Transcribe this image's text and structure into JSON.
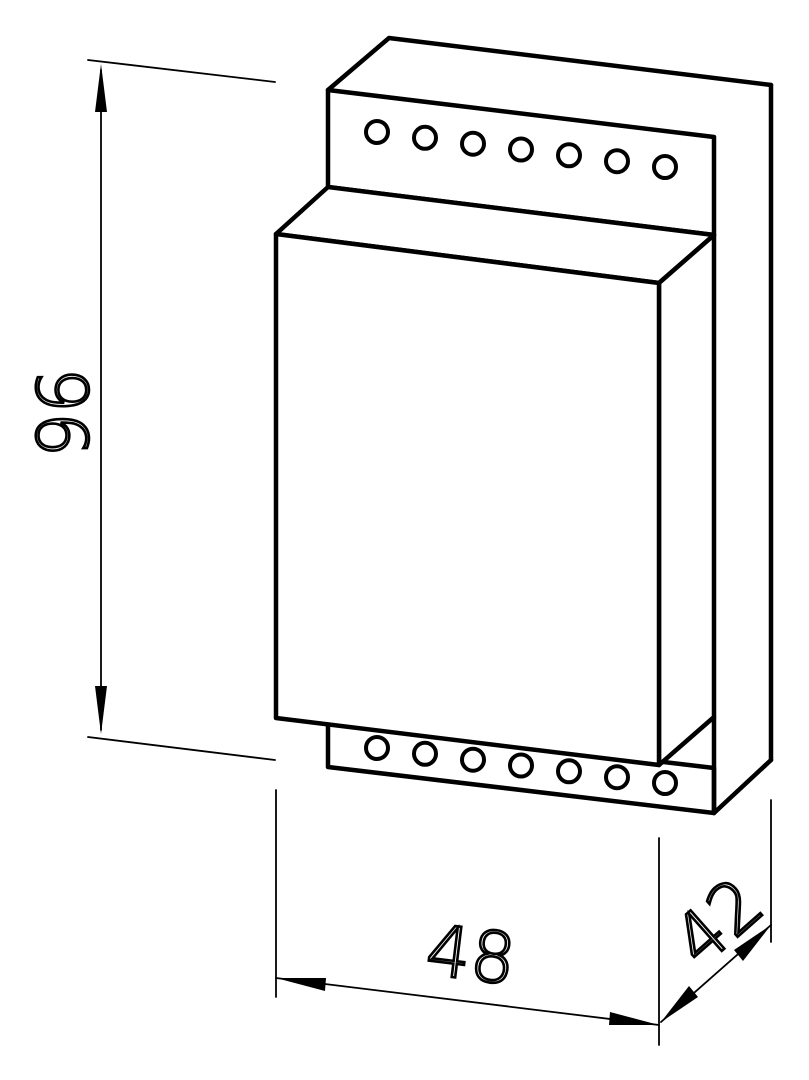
{
  "drawing": {
    "dimensions": {
      "height": "96",
      "width": "48",
      "depth": "42"
    },
    "terminals": {
      "top_row_count": 7,
      "bottom_row_count": 7
    },
    "colors": {
      "line": "#000000",
      "background": "#ffffff"
    }
  }
}
